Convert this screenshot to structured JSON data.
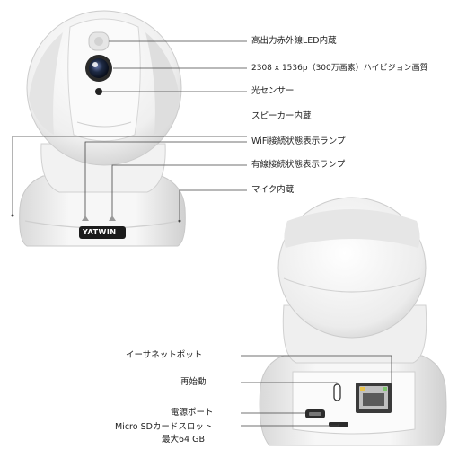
{
  "product": {
    "brand": "YATWIN"
  },
  "front_callouts": [
    {
      "id": "led",
      "text": "高出力赤外線LED内蔵"
    },
    {
      "id": "lens",
      "text": "2308 x 1536p（300万画素）ハイビジョン画質"
    },
    {
      "id": "light",
      "text": "光センサー"
    },
    {
      "id": "speaker",
      "text": "スピーカー内蔵"
    },
    {
      "id": "wifi",
      "text": "WiFi接続状態表示ランプ"
    },
    {
      "id": "wired",
      "text": "有線接続状態表示ランプ"
    },
    {
      "id": "mic",
      "text": "マイク内蔵"
    }
  ],
  "back_callouts": [
    {
      "id": "ethernet",
      "text": "イーサネットポット"
    },
    {
      "id": "reset",
      "text": "再始動"
    },
    {
      "id": "power",
      "text": "電源ポート"
    },
    {
      "id": "sd1",
      "text": "Micro SDカードスロット"
    },
    {
      "id": "sd2",
      "text": "最大64 GB"
    }
  ],
  "colors": {
    "body": "#f4f4f4",
    "shade": "#d8d8d8",
    "lens": "#1e2a44",
    "line": "#444444"
  }
}
